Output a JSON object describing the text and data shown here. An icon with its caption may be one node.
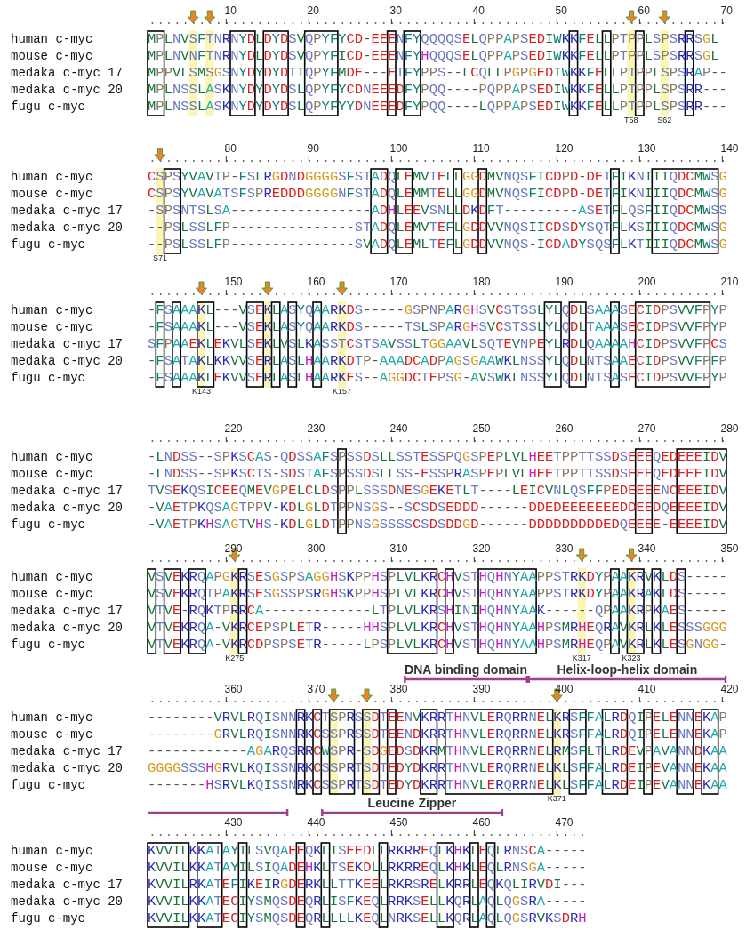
{
  "diagram": {
    "labels": [
      "10",
      "20",
      "30",
      "40",
      "50",
      "60",
      "70",
      "human c-myc",
      "MPLNVSFTNRNYDLDYDSVQPYFYCD-EEENFYQQQQSELQPPAPSEDIWKKFELLPTPPLSPSRRSGL",
      "mouse c-myc",
      "MPLNVNFTNRNYDLDYDSVQPYFICD-EEENFYHQQQSELQPPAPSEDIWKKFELLPTPPLSPSRRSGL",
      "medaka c-myc 17",
      "MPPVLSMSGSNYDYDYDTIQPYFMDE---ETFYPPS--LCQLLPGPGEDIWKKFELLPTPPLSPSRAP--",
      "medaka c-myc 20",
      "MPLNSSLASKNYDYDYDSLQPYFYCDNEEEDFYPQQ----PQPPAPSEDIWKKFELLPTPPLSPSRR---",
      "fugu c-myc",
      "MPLNSSLASKNYDYDYDSLQPYFYYDNEEEDFYPQQ----LQPPAPSEDIWKKFELLPTPPLSPSRR---",
      "T58",
      "S62",
      "80",
      "90",
      "100",
      "110",
      "120",
      "130",
      "140",
      "human c-myc",
      "CSPSYVAVTP-FSLRGDNDGGGGSFSTADQLEMVTELLGGDMVNQSFICDPD-DETFIKNIIIQDCMWSG",
      "mouse c-myc",
      "CSPSYVAVATSFSPREDDDGGGGNFSTADQLEMMTELLGGDMVNQSFICDPD-DETFIKNIIIQDCMWSG",
      "medaka c-myc 17",
      "-SPSNTSLSA-----------------ADHLEEVSNLLDKDFT---------ASETFLQSFIIQDCMWSS",
      "medaka c-myc 20",
      "--PSLSSLFP---------------STADQLEMVTEFLGDDVVNQSIICDSDYSQTFLKSIIIQDCMWSG",
      "fugu c-myc",
      "--PSLSSLFP---------------SVADQLEMLTEFLGDDVVNQS-ICDADYSQSFLKTIIIQDCMWSG",
      "S71",
      "150",
      "160",
      "170",
      "180",
      "190",
      "200",
      "210",
      "human c-myc",
      "-FSAAAKL---VSEKLASYQAARKDS-----GSPNPARGHSVCSTSSLYLQDLSAAASECIDPSVVFPYP",
      "mouse c-myc",
      "-FSAAAKL---VSEKLASYQAARKDS-----TSLSPARGHSVCSTSSLYLQDLTAAASECIDPSVVFPYP",
      "medaka c-myc 17",
      "SFPAAEKLEKVLSEKLVSLKASSTCSTSAVSSLTGGAAVLSQTEVNPEYLRDLQAAAAHCIDPSVVFPCS",
      "medaka c-myc 20",
      "-FSATAKLKKVVSERLASLHAARKDTP-AAADCADPAGSGAAWKLNSSYLQDLNTSAAECIDPSVVFPFP",
      "fugu c-myc",
      "-FSAAAKLEKVVSERLASLHAARKES--AGGDCTEPSG-AVSWKLNSSYLQDLNTSASECIDPSVVFPYP",
      "K143",
      "K157",
      "220",
      "230",
      "240",
      "250",
      "260",
      "270",
      "280",
      "human c-myc",
      "-LNDSS--SPKSCAS-QDSSAFSPSSDSLLSSTESSPQGSPEPLVLHEETPPTTSSDSEEEQEDEEEIDV",
      "mouse c-myc",
      "-LNDSS--SPKSCTS-SDSTAFSPSSDSLLSS-ESSPRASPEPLVLHEETPPTTSSDSEEEQEDEEEIDV",
      "medaka c-myc 17",
      "TVSEKQSICEEQMEVGPELCLDSPPLSSSDNESGEKETLT----LEICVNLQSFFPEDEEEENCEEEIDV",
      "medaka c-myc 20",
      "-VAETPKQSAGTPPV-KDLGLDTPPNSGS--SCSDSEDDD------DDEDEEEEEEEDDEEDQEEEEIDV",
      "fugu c-myc",
      "-VAETPKHSAGTVHS-KDLGLDTPPNSGSSSSCSDSDDGD------DDDDDDDDDEDQEEEE-EEEEIDV",
      "290",
      "300",
      "310",
      "320",
      "330",
      "340",
      "350",
      "human c-myc",
      "VSVEKRQAPGKRSESGSPSAGGHSKPPHSPLVLKRCHVSTHQHNYAAPPSTRKDYPAAKRVKLDS-----",
      "mouse c-myc",
      "VSVEKRQTPAKRSESGSSPSRGHSKPPHSPLVLKRCHVSTHQHNYAAPPSTRKDYPAAKRAKLDS-----",
      "medaka c-myc 17",
      "VTVE-RQKTPRRCA-------------LTPLVLKRSHINIHQHNYAAK------QPAAKRPKAES-----",
      "medaka c-myc 20",
      "VTVEKRQA-VKRCEPSPLETR-----HHSPLVLKRCHVSTHQHNYAAHPSMRHEQRAVKRLKLESSSGGG",
      "fugu c-myc",
      "VTVEKRQA-VKRCDPSPSETR-----LPSPLVLKRCHVSTHQHNYAAHPSMRHEQPAVKRLKLESGNGG-",
      "K275",
      "K317",
      "K323",
      "DNA binding domain",
      "Helix-loop-helix domain",
      "360",
      "370",
      "380",
      "390",
      "400",
      "410",
      "420",
      "human c-myc",
      "--------VRVLRQISNNRKCTSPRSSDTEENVKRRTHNVLERQRRNELKRSFFALRDQIPELENNEKAP",
      "mouse c-myc",
      "--------GRVLRQISNNRKCSSPRSSDTEENDKRRTHNVLERQRRNELKRSFFALRDQIPELENNEKAP",
      "medaka c-myc 17",
      "------------AGARQSRRCWSPR-SDGEDSDKRMTHNVLERQRRNELRMSFLTLRDEVPAVANNDKAA",
      "medaka c-myc 20",
      "GGGGSSSHGRVLKQISSNRKCSSPRTSDTEDYDKRRTHNVLERQRRNELKLSFFALRDEIPEVANNEKAA",
      "fugu c-myc",
      "-------HSRVLKQISSNRKCSSPRTSDTEDYDKRRTHNVLERQRRNELKLSFFALRDEIPEVANNEKAA",
      "K371",
      "Leucine Zipper",
      "430",
      "440",
      "450",
      "460",
      "470",
      "human c-myc",
      "KVVILKKATAYILSVQAEEQKLISEEDLLRKRREQLKHKLEQLRNSCA-----",
      "mouse c-myc",
      "KVVILKKATAYILSIQADEHKLTSEKDLLRKRREQLKHKLEQLRNSGA-----",
      "medaka c-myc 17",
      "KVVILRKATEFIKEIRGDERKLLTTKEELRKRSRELKRRLEQKQLIRVDI---",
      "medaka c-myc 20",
      "KVVILKKATECIYSMQSDEQRLISFKEQLRRKSELLKQRLAQLQGSRA-----",
      "fugu c-myc",
      "KVVILKKATECIYSMQSDEQRLLLLKEQLNRKSELLKQRLAQLQGSRVKSDRH"
    ]
  }
}
